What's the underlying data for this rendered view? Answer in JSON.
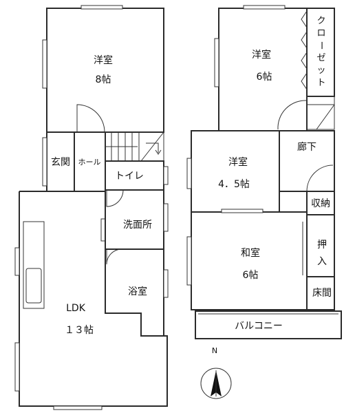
{
  "rooms": {
    "yoshitsu8": {
      "name": "洋室",
      "size": "8帖"
    },
    "yoshitsu6": {
      "name": "洋室",
      "size": "6帖"
    },
    "yoshitsu45": {
      "name": "洋室",
      "size": "4．5帖"
    },
    "washitsu6": {
      "name": "和室",
      "size": "6帖"
    },
    "ldk": {
      "name": "LDK",
      "size": "１３帖"
    },
    "genkan": "玄関",
    "hall": "ホール",
    "toilet": "トイレ",
    "senmenjo": "洗面所",
    "yokushitsu": "浴室",
    "rouka": "廊下",
    "shuno": "収納",
    "oshiire": [
      "押",
      "入"
    ],
    "tokonoma": "床間",
    "closet": [
      "ク",
      "ロ",
      "ー",
      "ゼ",
      "ッ",
      "ト"
    ],
    "balcony": "バルコニー"
  },
  "compass": {
    "north_label": "N"
  }
}
